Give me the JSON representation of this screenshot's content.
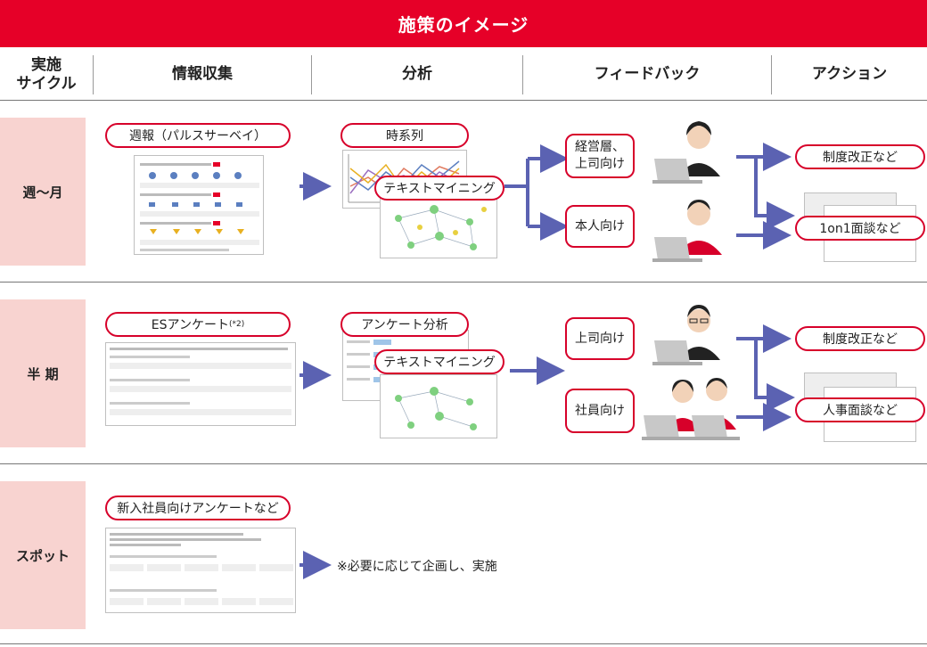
{
  "banner": {
    "title": "施策のイメージ"
  },
  "columns": {
    "cycle_line1": "実施",
    "cycle_line2": "サイクル",
    "collect": "情報収集",
    "analysis": "分析",
    "feedback": "フィードバック",
    "action": "アクション"
  },
  "rows": [
    {
      "label": "週〜月",
      "collect": "週報（パルスサーベイ）",
      "analysis_top": "時系列",
      "analysis_bottom": "テキストマイニング",
      "feedback_top_line1": "経営層、",
      "feedback_top_line2": "上司向け",
      "feedback_bottom": "本人向け",
      "action_top": "制度改正など",
      "action_bottom": "1on1面談など"
    },
    {
      "label": "半 期",
      "collect": "ESアンケート",
      "collect_sup": "(*2)",
      "analysis_top": "アンケート分析",
      "analysis_bottom": "テキストマイニング",
      "feedback_top": "上司向け",
      "feedback_bottom": "社員向け",
      "action_top": "制度改正など",
      "action_bottom": "人事面談など"
    },
    {
      "label": "スポット",
      "collect": "新入社員向けアンケートなど",
      "note": "※必要に応じて企画し、実施"
    }
  ],
  "colors": {
    "accent": "#e60028",
    "arrow": "#5b62b2",
    "row_bg": "#f8d3d0"
  }
}
